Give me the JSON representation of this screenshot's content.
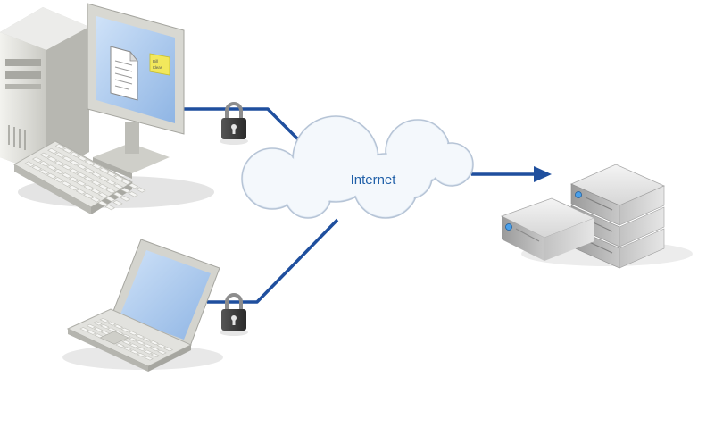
{
  "diagram": {
    "cloud": {
      "label": "Internet"
    },
    "note": {
      "line1": "Bill",
      "line2": "Ideas"
    },
    "colors": {
      "connector": "#1f4f9e",
      "cloud_label": "#1f5fa8",
      "device_grey": "#d9d9d4",
      "screen_blue": "#a9c8ee",
      "lock_body": "#3f3f3f",
      "server_light": "#4aa0ea",
      "note_yellow": "#f2e85c"
    },
    "icons": [
      "desktop-computer-icon",
      "laptop-icon",
      "padlock-icon",
      "cloud-icon",
      "server-icon",
      "arrow-icon"
    ]
  }
}
